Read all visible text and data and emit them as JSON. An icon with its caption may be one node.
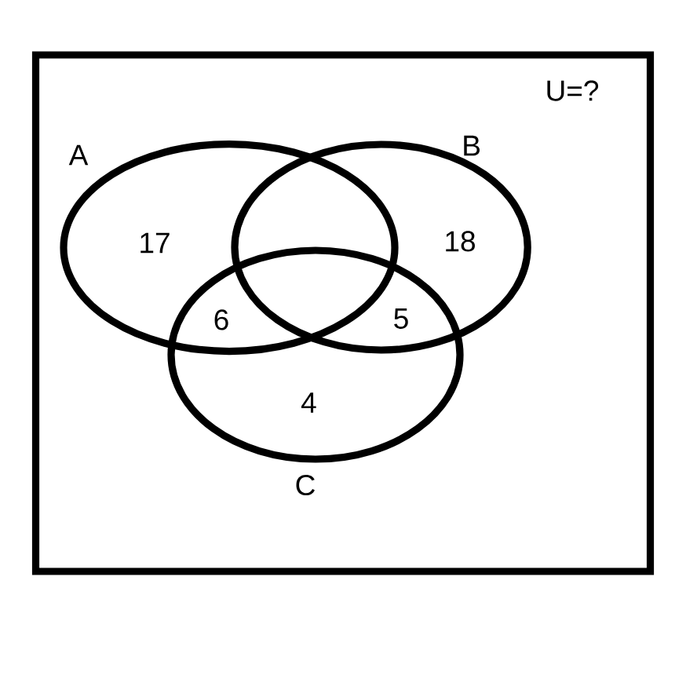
{
  "diagram": {
    "nodes": [
      {
        "text": [
          "U=?"
        ]
      },
      {
        "text": [
          "A"
        ],
        "in": 0
      },
      {
        "text": [
          "B"
        ],
        "in": 0
      },
      {
        "text": [
          "C"
        ],
        "in": 0
      }
    ],
    "labels": [
      "17",
      "18",
      "6",
      "5",
      "4"
    ]
  }
}
